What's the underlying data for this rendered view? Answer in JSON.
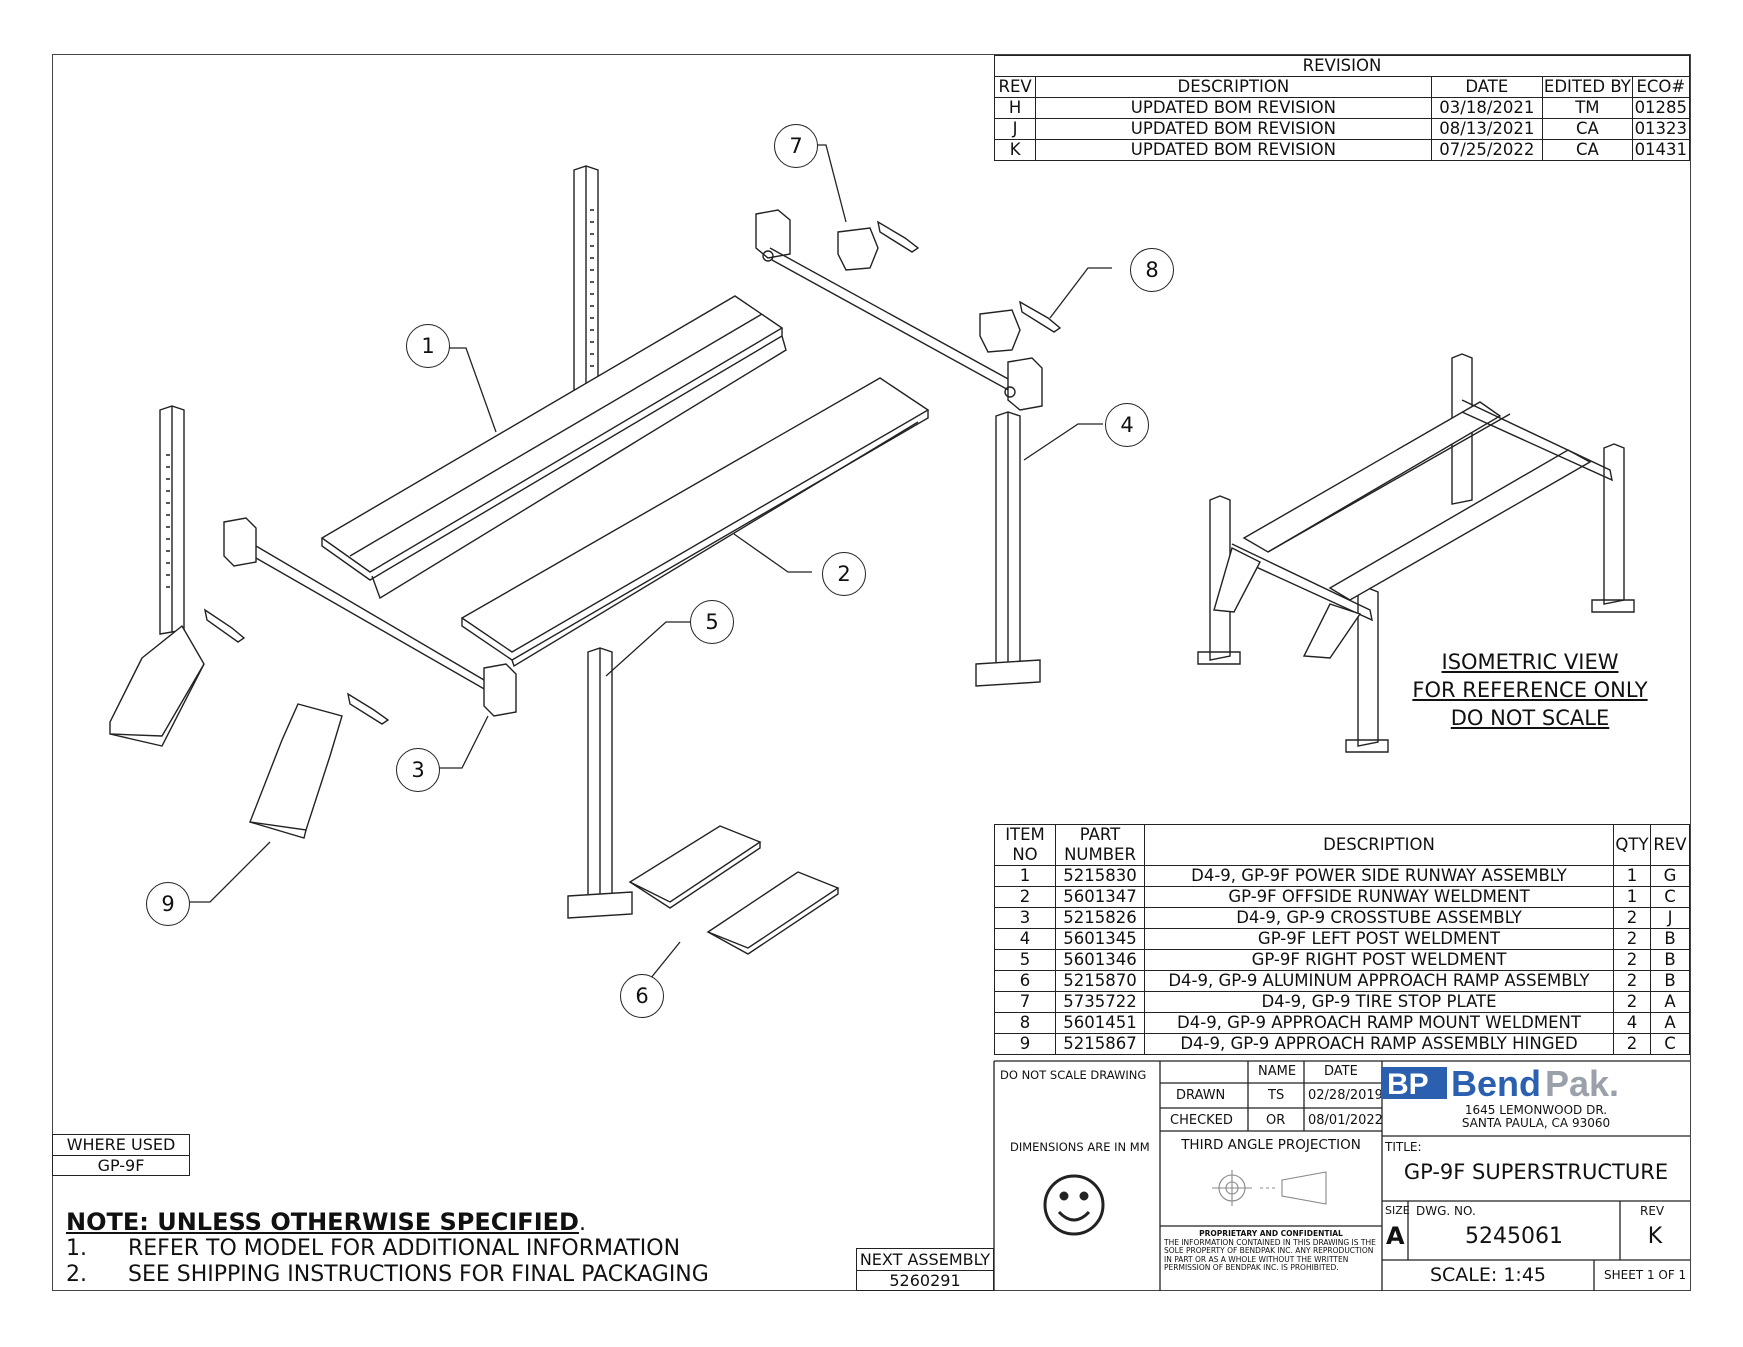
{
  "revision_block": {
    "title": "REVISION",
    "headers": [
      "REV",
      "DESCRIPTION",
      "DATE",
      "EDITED BY",
      "ECO#"
    ],
    "rows": [
      [
        "H",
        "UPDATED BOM REVISION",
        "03/18/2021",
        "TM",
        "01285"
      ],
      [
        "J",
        "UPDATED BOM REVISION",
        "08/13/2021",
        "CA",
        "01323"
      ],
      [
        "K",
        "UPDATED BOM REVISION",
        "07/25/2022",
        "CA",
        "01431"
      ]
    ]
  },
  "callouts": [
    "1",
    "2",
    "3",
    "4",
    "5",
    "6",
    "7",
    "8",
    "9"
  ],
  "isometric_note": [
    "ISOMETRIC VIEW",
    "FOR REFERENCE ONLY",
    "DO NOT SCALE"
  ],
  "bom": {
    "headers": [
      "ITEM NO",
      "PART NUMBER",
      "DESCRIPTION",
      "QTY",
      "REV"
    ],
    "rows": [
      [
        "1",
        "5215830",
        "D4-9, GP-9F POWER SIDE RUNWAY ASSEMBLY",
        "1",
        "G"
      ],
      [
        "2",
        "5601347",
        "GP-9F OFFSIDE RUNWAY WELDMENT",
        "1",
        "C"
      ],
      [
        "3",
        "5215826",
        "D4-9, GP-9 CROSSTUBE ASSEMBLY",
        "2",
        "J"
      ],
      [
        "4",
        "5601345",
        "GP-9F LEFT POST WELDMENT",
        "2",
        "B"
      ],
      [
        "5",
        "5601346",
        "GP-9F RIGHT POST WELDMENT",
        "2",
        "B"
      ],
      [
        "6",
        "5215870",
        "D4-9, GP-9 ALUMINUM APPROACH RAMP ASSEMBLY",
        "2",
        "B"
      ],
      [
        "7",
        "5735722",
        "D4-9, GP-9 TIRE STOP PLATE",
        "2",
        "A"
      ],
      [
        "8",
        "5601451",
        "D4-9, GP-9 APPROACH RAMP MOUNT WELDMENT",
        "4",
        "A"
      ],
      [
        "9",
        "5215867",
        "D4-9, GP-9 APPROACH RAMP ASSEMBLY HINGED",
        "2",
        "C"
      ]
    ]
  },
  "title_block": {
    "do_not_scale": "DO NOT SCALE DRAWING",
    "name_header": "NAME",
    "date_header": "DATE",
    "drawn_label": "DRAWN",
    "drawn_name": "TS",
    "drawn_date": "02/28/2019",
    "checked_label": "CHECKED",
    "checked_name": "OR",
    "checked_date": "08/01/2022",
    "dimensions_note": "DIMENSIONS ARE IN MM",
    "projection": "THIRD ANGLE PROJECTION",
    "company_logo": "BP BendPak.",
    "address_line1": "1645 LEMONWOOD DR.",
    "address_line2": "SANTA PAULA, CA 93060",
    "title_label": "TITLE:",
    "title": "GP-9F SUPERSTRUCTURE",
    "size_label": "SIZE",
    "size": "A",
    "dwg_no_label": "DWG. NO.",
    "dwg_no": "5245061",
    "rev_label": "REV",
    "rev": "K",
    "scale": "SCALE: 1:45",
    "sheet": "SHEET 1 OF 1",
    "proprietary_title": "PROPRIETARY AND CONFIDENTIAL",
    "proprietary_text": "THE INFORMATION CONTAINED IN THIS DRAWING IS THE SOLE PROPERTY OF BENDPAK INC. ANY REPRODUCTION IN PART OR AS A WHOLE WITHOUT THE WRITTEN PERMISSION OF BENDPAK INC. IS PROHIBITED."
  },
  "where_used": {
    "label": "WHERE USED",
    "value": "GP-9F"
  },
  "next_assembly": {
    "label": "NEXT ASSEMBLY",
    "value": "5260291"
  },
  "notes": {
    "title": "NOTE: UNLESS OTHERWISE SPECIFIED",
    "title_suffix": ".",
    "items": [
      {
        "num": "1.",
        "text": "REFER TO MODEL FOR ADDITIONAL INFORMATION"
      },
      {
        "num": "2.",
        "text": "SEE SHIPPING INSTRUCTIONS FOR FINAL PACKAGING"
      }
    ]
  },
  "colors": {
    "line": "#222222",
    "logo_blue": "#2b5fb0",
    "logo_grey": "#9aa1ab"
  }
}
